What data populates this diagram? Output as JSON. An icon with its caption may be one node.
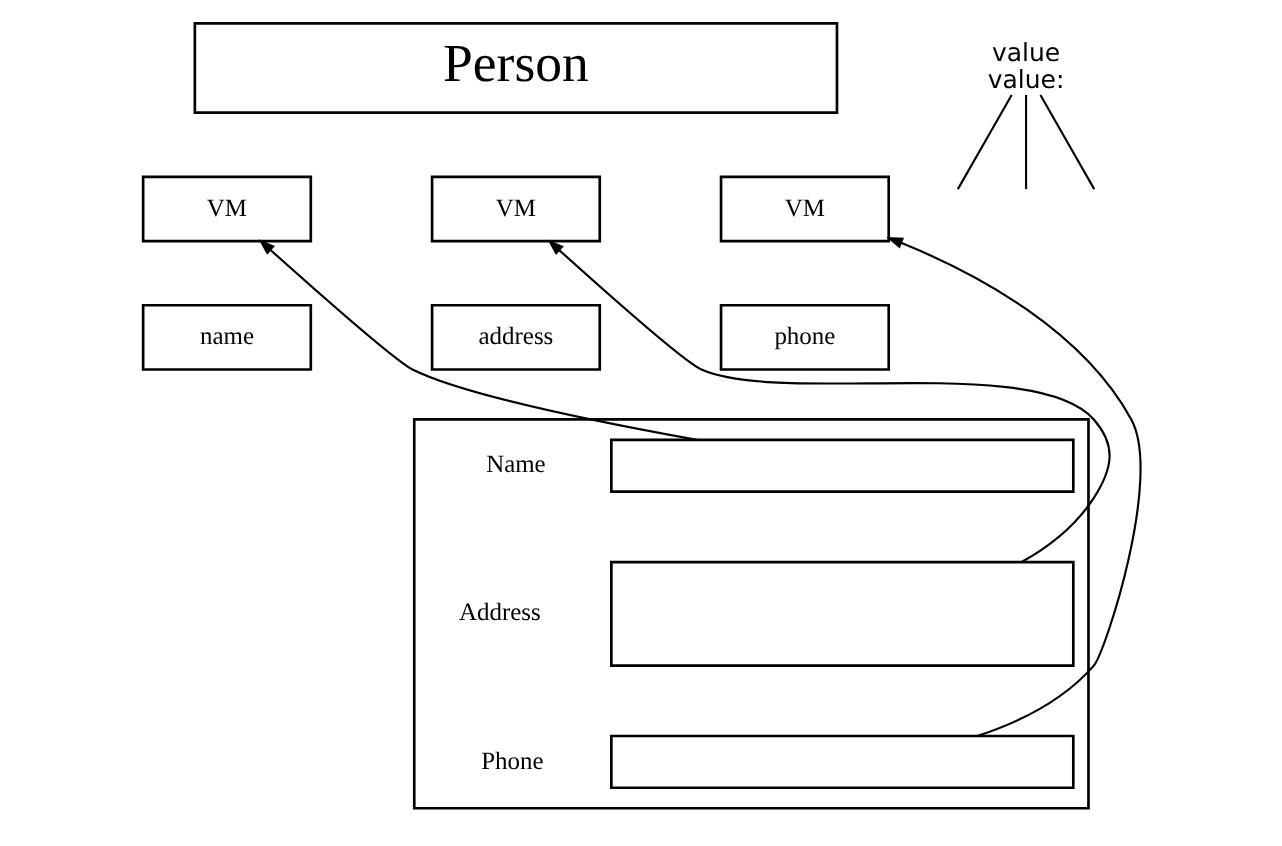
{
  "diagram": {
    "nodes": [
      {
        "text": [
          "Person"
        ]
      },
      {
        "text": [
          "VM"
        ]
      },
      {
        "text": [
          "name"
        ]
      },
      {
        "text": [
          "VM"
        ]
      },
      {
        "text": [
          "address"
        ]
      },
      {
        "text": [
          "VM"
        ]
      },
      {
        "text": [
          "phone"
        ]
      },
      {
        "text": [],
        "shape": "box"
      },
      {
        "text": [],
        "shape": "box",
        "in": 7
      },
      {
        "text": [],
        "shape": "box",
        "in": 7
      },
      {
        "text": [],
        "shape": "box",
        "in": 7
      },
      {
        "text": [
          "value",
          "value:"
        ]
      }
    ],
    "edges": [
      {
        "from": 8,
        "to": 1,
        "arrow": "to"
      },
      {
        "from": 9,
        "to": 3,
        "arrow": "to"
      },
      {
        "from": 10,
        "to": 5,
        "arrow": "to"
      },
      {
        "from": 11,
        "to": null,
        "arrow": "none"
      },
      {
        "from": 11,
        "to": null,
        "arrow": "none"
      },
      {
        "from": 11,
        "to": null,
        "arrow": "none"
      }
    ],
    "labels": [
      "Name",
      "Address",
      "Phone"
    ]
  }
}
